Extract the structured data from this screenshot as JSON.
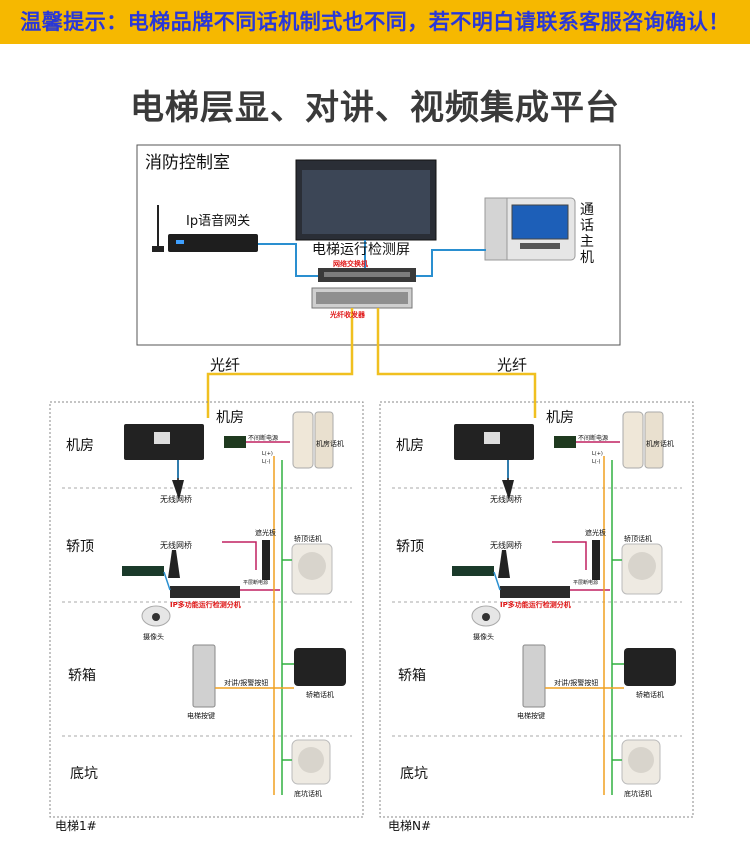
{
  "banner": {
    "text": "温馨提示：电梯品牌不同话机制式也不同，若不明白请联系客服咨询确认！"
  },
  "title": "电梯层显、对讲、视频集成平台",
  "control_room": {
    "label": "消防控制室",
    "gateway_label": "Ip语音网关",
    "monitor_label": "电梯运行检测屏",
    "host_label": "通话主机",
    "switch_label": "网络交换机",
    "optical_label": "光纤收发器"
  },
  "fiber_label": "光纤",
  "elevators": [
    {
      "name": "电梯1#",
      "machine_room": "机房",
      "machine_room_top": "机房",
      "car_top": "轿顶",
      "car": "轿箱",
      "pit": "底坑",
      "power_label": "不间断电源",
      "machine_phone": "机房话机",
      "wireless_bridge_1": "无线网桥",
      "wireless_bridge_2": "无线网桥",
      "shade_board": "遮光板",
      "top_phone": "轿顶话机",
      "power_label_2": "平层断电源",
      "analyzer": "IP多功能运行检测分机",
      "camera": "摄像头",
      "intercom_button": "对讲/报警按钮",
      "car_phone": "轿箱话机",
      "elevator_button": "电梯按键",
      "pit_phone": "底坑话机",
      "lplus": "L(+)",
      "lminus": "L(-)"
    },
    {
      "name": "电梯N#",
      "machine_room": "机房",
      "machine_room_top": "机房",
      "car_top": "轿顶",
      "car": "轿箱",
      "pit": "底坑",
      "power_label": "不间断电源",
      "machine_phone": "机房话机",
      "wireless_bridge_1": "无线网桥",
      "wireless_bridge_2": "无线网桥",
      "shade_board": "遮光板",
      "top_phone": "轿顶话机",
      "power_label_2": "平层断电源",
      "analyzer": "IP多功能运行检测分机",
      "camera": "摄像头",
      "intercom_button": "对讲/报警按钮",
      "car_phone": "轿箱话机",
      "elevator_button": "电梯按键",
      "pit_phone": "底坑话机",
      "lplus": "L(+)",
      "lminus": "L(-)"
    }
  ],
  "colors": {
    "banner_bg": "#f6b800",
    "banner_text": "#2a38d8",
    "network_line": "#2a8fd0",
    "fiber_line": "#f0c020",
    "power_line": "#c02060",
    "green_line": "#30b040",
    "analyzer_text": "#e01818"
  }
}
